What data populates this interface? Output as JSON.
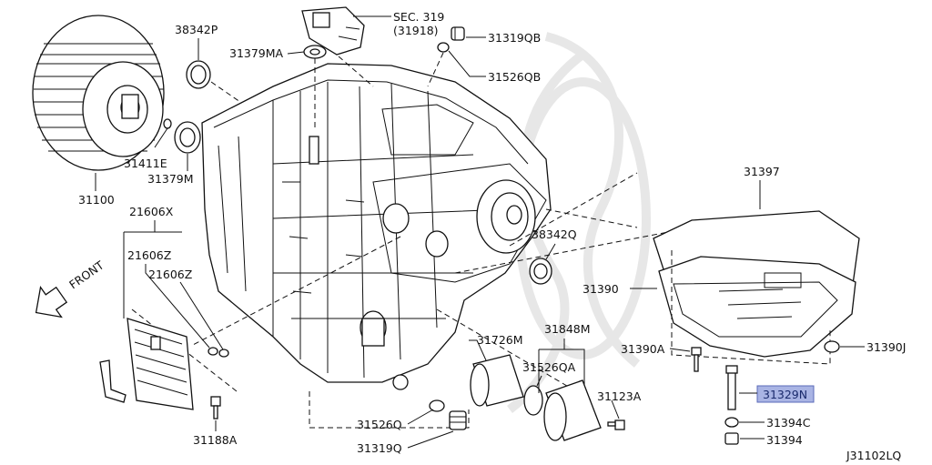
{
  "diagram_code": "J31102LQ",
  "highlight_color": "#a9b4e4",
  "callouts": {
    "p31100": "31100",
    "p38342P": "38342P",
    "p31379MA": "31379MA",
    "sec319": "SEC. 319",
    "sec319_ref": "(31918)",
    "p31319QB": "31319QB",
    "p31526QB": "31526QB",
    "p31411E": "31411E",
    "p31379M": "31379M",
    "p21606X": "21606X",
    "p21606Z": "21606Z",
    "p21606Z_b": "21606Z",
    "front": "FRONT",
    "p38342Q": "38342Q",
    "p31397": "31397",
    "p31390": "31390",
    "p31390A": "31390A",
    "p31390J": "31390J",
    "p31329N": "31329N",
    "p31394C": "31394C",
    "p31394": "31394",
    "p31726M": "31726M",
    "p31848M": "31848M",
    "p31526QA": "31526QA",
    "p31123A": "31123A",
    "p31526Q": "31526Q",
    "p31319Q": "31319Q",
    "p31188A": "31188A"
  }
}
